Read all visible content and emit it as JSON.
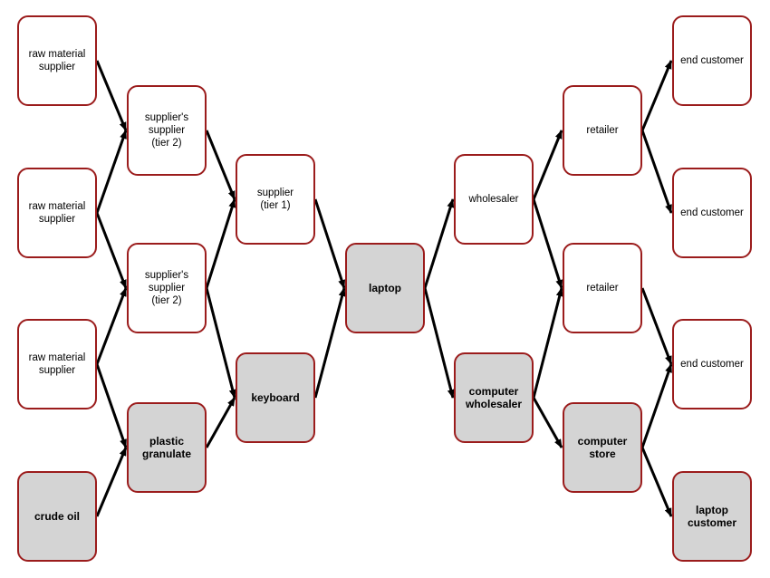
{
  "colors": {
    "border": "#9b1c1c",
    "highlight_fill": "#d4d4d4",
    "arrow": "#000000"
  },
  "nodes": {
    "rm1": {
      "label": "raw material\nsupplier"
    },
    "rm2": {
      "label": "raw material\nsupplier"
    },
    "rm3": {
      "label": "raw material\nsupplier"
    },
    "crude": {
      "label": "crude oil"
    },
    "ss1": {
      "label": "supplier's\nsupplier\n(tier 2)"
    },
    "ss2": {
      "label": "supplier's\nsupplier\n(tier 2)"
    },
    "pg": {
      "label": "plastic\ngranulate"
    },
    "sup": {
      "label": "supplier\n(tier 1)"
    },
    "kb": {
      "label": "keyboard"
    },
    "lap": {
      "label": "laptop"
    },
    "ws": {
      "label": "wholesaler"
    },
    "cws": {
      "label": "computer\nwholesaler"
    },
    "ret1": {
      "label": "retailer"
    },
    "ret2": {
      "label": "retailer"
    },
    "cs": {
      "label": "computer\nstore"
    },
    "ec1": {
      "label": "end customer"
    },
    "ec2": {
      "label": "end customer"
    },
    "ec3": {
      "label": "end customer"
    },
    "lc": {
      "label": "laptop\ncustomer"
    }
  },
  "edges": [
    [
      "rm1",
      "ss1"
    ],
    [
      "rm2",
      "ss1"
    ],
    [
      "rm2",
      "ss2"
    ],
    [
      "rm3",
      "ss2"
    ],
    [
      "rm3",
      "pg"
    ],
    [
      "crude",
      "pg"
    ],
    [
      "ss1",
      "sup"
    ],
    [
      "ss2",
      "sup"
    ],
    [
      "ss2",
      "kb"
    ],
    [
      "pg",
      "kb"
    ],
    [
      "sup",
      "lap"
    ],
    [
      "kb",
      "lap"
    ],
    [
      "lap",
      "ws"
    ],
    [
      "lap",
      "cws"
    ],
    [
      "ws",
      "ret1"
    ],
    [
      "ws",
      "ret2"
    ],
    [
      "cws",
      "ret2"
    ],
    [
      "cws",
      "cs"
    ],
    [
      "ret1",
      "ec1"
    ],
    [
      "ret1",
      "ec2"
    ],
    [
      "ret2",
      "ec3"
    ],
    [
      "cs",
      "ec3"
    ],
    [
      "cs",
      "lc"
    ]
  ]
}
